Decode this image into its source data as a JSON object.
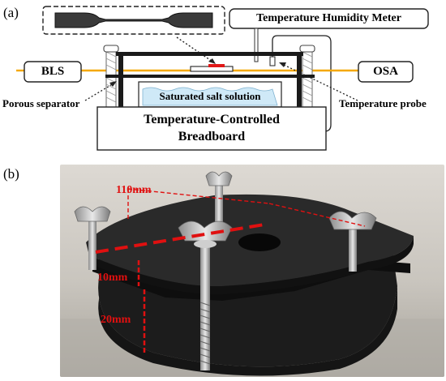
{
  "panel_a": {
    "label": "(a)",
    "meter_label": "Temperature Humidity Meter",
    "bls_label": "BLS",
    "osa_label": "OSA",
    "separator_label": "Porous separator",
    "solution_label": "Saturated salt solution",
    "probe_label": "Temperature probe",
    "breadboard_label_line1": "Temperature-Controlled",
    "breadboard_label_line2": "Breadboard"
  },
  "panel_b": {
    "label": "(b)",
    "dim_width": "110mm",
    "dim_gap": "10mm",
    "dim_height": "20mm"
  },
  "colors": {
    "fiber": "#f5a800",
    "sample_red": "#e01818",
    "solution_fill": "#cfe9f7",
    "dimension_red": "#e01010",
    "frame": "#1a1a1a"
  }
}
